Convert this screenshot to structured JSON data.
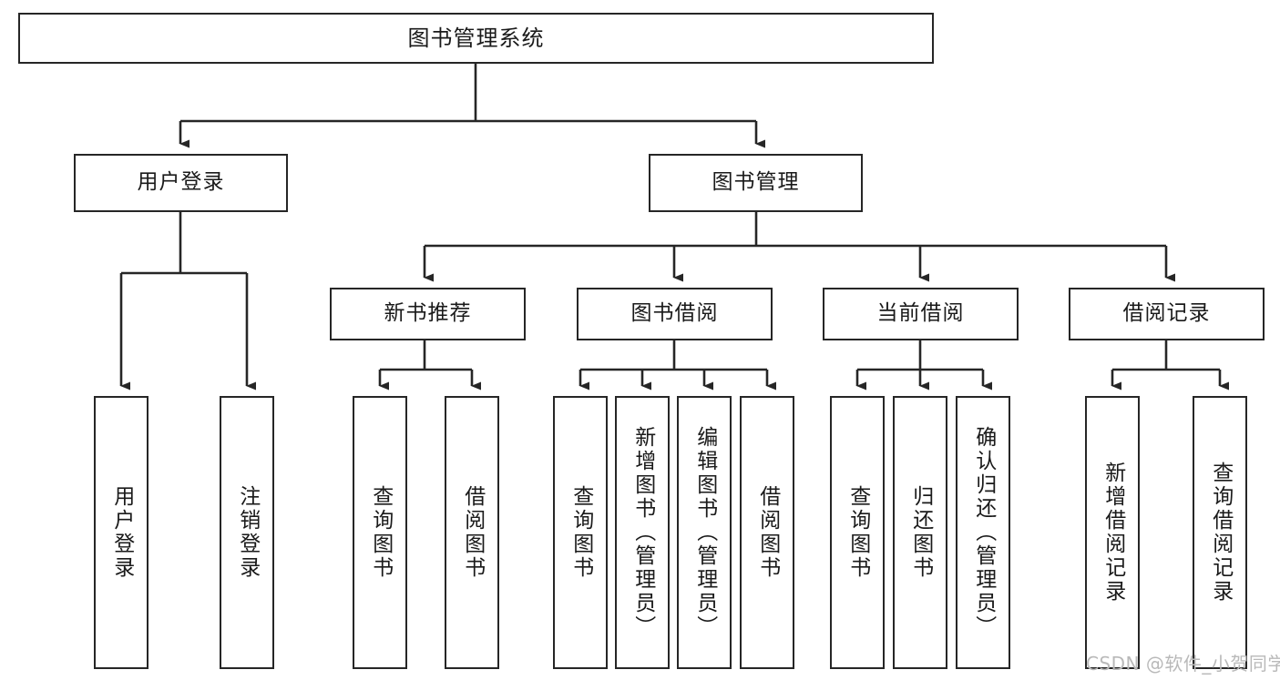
{
  "diagram": {
    "title": "图书管理系统",
    "type": "tree-hierarchy-chart",
    "background_color": "#ffffff",
    "border_color": "#262626",
    "text_color": "#1a1a1a",
    "root": {
      "label": "图书管理系统"
    },
    "level2": [
      {
        "label": "用户登录"
      },
      {
        "label": "图书管理"
      }
    ],
    "level3": [
      {
        "label": "新书推荐"
      },
      {
        "label": "图书借阅"
      },
      {
        "label": "当前借阅"
      },
      {
        "label": "借阅记录"
      }
    ],
    "leaves": {
      "user_login": [
        {
          "label": "用户登录"
        },
        {
          "label": "注销登录"
        }
      ],
      "new_book_recommend": [
        {
          "label": "查询图书"
        },
        {
          "label": "借阅图书"
        }
      ],
      "book_borrow": [
        {
          "label": "查询图书"
        },
        {
          "label": "新增图书（管理员）"
        },
        {
          "label": "编辑图书（管理员）"
        },
        {
          "label": "借阅图书"
        }
      ],
      "current_borrow": [
        {
          "label": "查询图书"
        },
        {
          "label": "归还图书"
        },
        {
          "label": "确认归还（管理员）"
        }
      ],
      "borrow_record": [
        {
          "label": "新增借阅记录"
        },
        {
          "label": "查询借阅记录"
        }
      ]
    }
  },
  "watermark": {
    "text": "CSDN @软件_小贺同学"
  }
}
